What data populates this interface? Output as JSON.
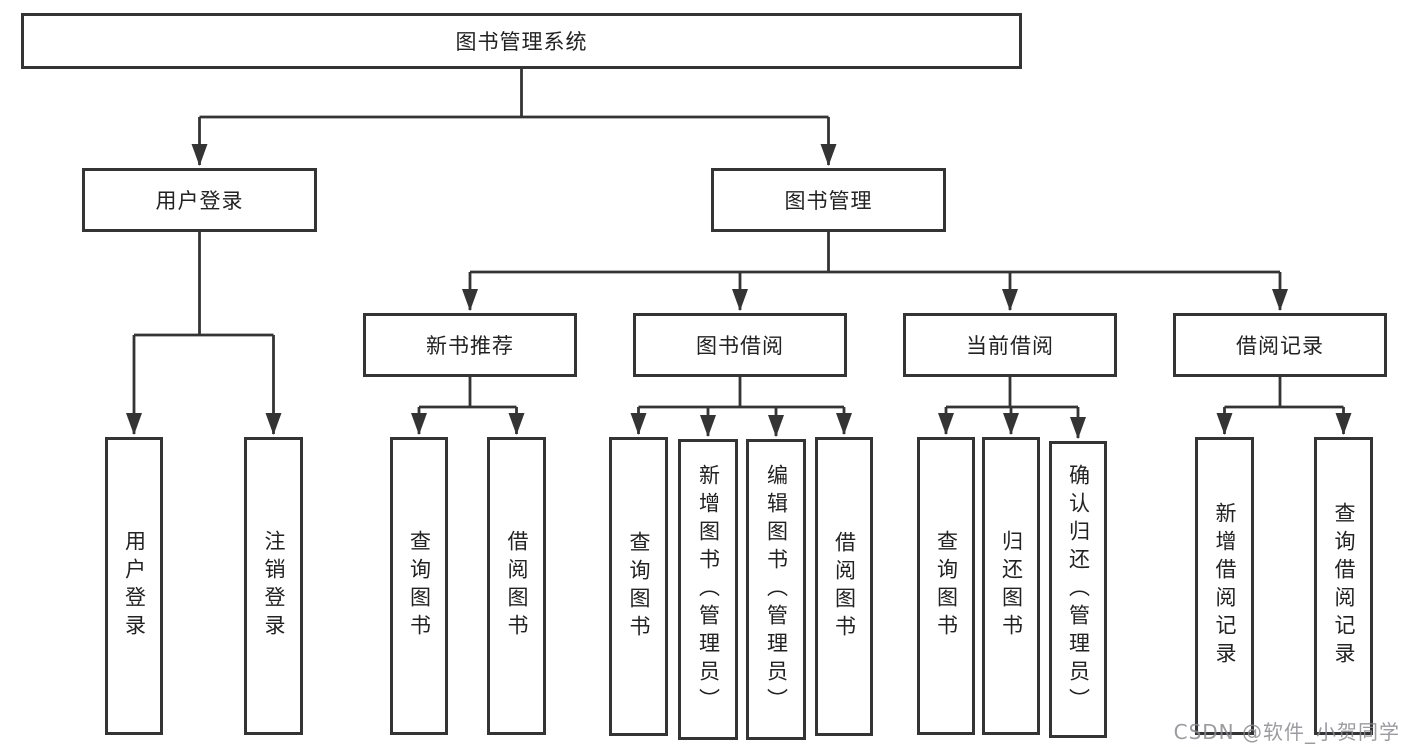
{
  "diagram": {
    "root": "图书管理系统",
    "level2": {
      "user_login": "用户登录",
      "book_mgmt": "图书管理"
    },
    "level3": {
      "new_books": "新书推荐",
      "book_borrow": "图书借阅",
      "current_borrow": "当前借阅",
      "borrow_records": "借阅记录"
    },
    "leaves": {
      "user_login": [
        "用户登录",
        "注销登录"
      ],
      "new_books": [
        "查询图书",
        "借阅图书"
      ],
      "book_borrow": [
        "查询图书",
        "新增图书（管理员）",
        "编辑图书（管理员）",
        "借阅图书"
      ],
      "current_borrow": [
        "查询图书",
        "归还图书",
        "确认归还（管理员）"
      ],
      "borrow_records": [
        "新增借阅记录",
        "查询借阅记录"
      ]
    }
  },
  "watermark": "CSDN @软件_小贺同学",
  "colors": {
    "line": "#343434",
    "box_border": "#343434",
    "text": "#222222",
    "watermark": "#8a8a92",
    "background": "#ffffff"
  }
}
